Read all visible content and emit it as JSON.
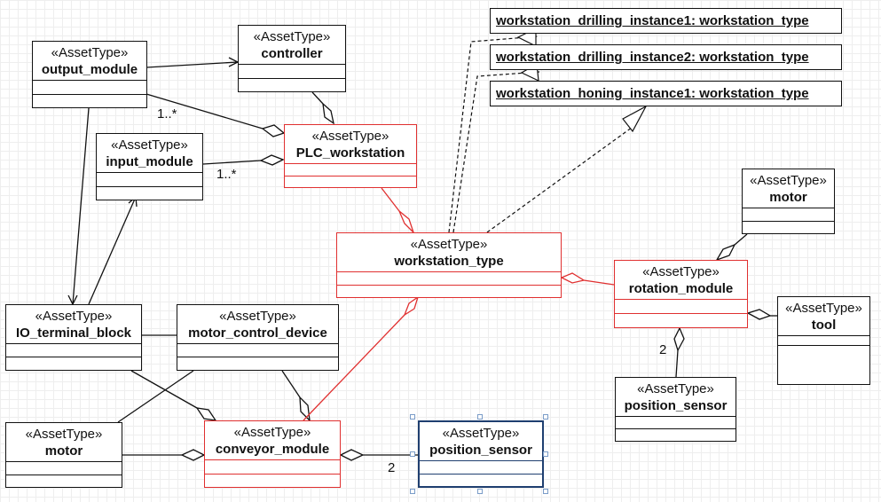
{
  "stereotype": "«AssetType»",
  "classes": {
    "output_module": {
      "name": "output_module"
    },
    "controller": {
      "name": "controller"
    },
    "input_module": {
      "name": "input_module"
    },
    "plc_workstation": {
      "name": "PLC_workstation"
    },
    "workstation_type": {
      "name": "workstation_type"
    },
    "motor_top": {
      "name": "motor"
    },
    "rotation_module": {
      "name": "rotation_module"
    },
    "tool": {
      "name": "tool"
    },
    "io_terminal_block": {
      "name": "IO_terminal_block"
    },
    "motor_control_device": {
      "name": "motor_control_device"
    },
    "position_sensor_right": {
      "name": "position_sensor"
    },
    "motor_bottom": {
      "name": "motor"
    },
    "conveyor_module": {
      "name": "conveyor_module"
    },
    "position_sensor_bottom": {
      "name": "position_sensor"
    }
  },
  "instances": [
    "workstation_drilling_instance1: workstation_type",
    "workstation_drilling_instance2: workstation_type",
    "workstation_honing_instance1: workstation_type"
  ],
  "multiplicities": {
    "output_plc": "1..*",
    "input_plc": "1..*",
    "rotation_sensor": "2",
    "conveyor_sensor": "2"
  },
  "colors": {
    "highlight": "#e03030",
    "default": "#111111",
    "selected": "#1f3f70"
  }
}
